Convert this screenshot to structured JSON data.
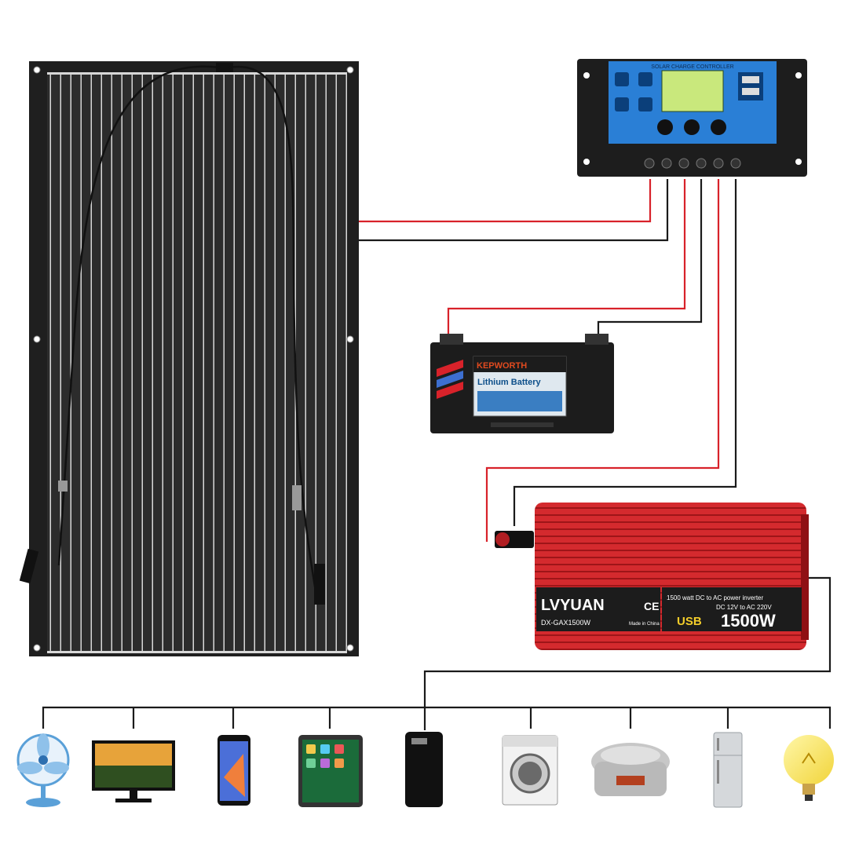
{
  "controller": {
    "title": "SOLAR CHARGE CONTROLLER"
  },
  "battery": {
    "brand": "KEPWORTH",
    "label": "Lithium Battery"
  },
  "inverter": {
    "brand": "LVYUAN",
    "ce_mark": "CE",
    "model": "DX-GAX1500W",
    "made_in": "Made in China",
    "description": "1500 watt DC to AC power inverter",
    "voltage": "DC 12V to AC 220V",
    "usb_label": "USB",
    "power": "1500W"
  },
  "colors": {
    "positive_wire": "#d8222a",
    "negative_wire": "#1a1a1a",
    "controller_face": "#2a7fd6",
    "lcd": "#c9e87c",
    "inverter_body": "#d42a2e",
    "panel": "#2b2b2b"
  },
  "appliances": [
    {
      "name": "fan-icon"
    },
    {
      "name": "monitor-icon"
    },
    {
      "name": "smartphone-icon"
    },
    {
      "name": "tablet-icon"
    },
    {
      "name": "power-bank-icon"
    },
    {
      "name": "washing-machine-icon"
    },
    {
      "name": "rice-cooker-icon"
    },
    {
      "name": "refrigerator-icon"
    },
    {
      "name": "light-bulb-icon"
    }
  ]
}
